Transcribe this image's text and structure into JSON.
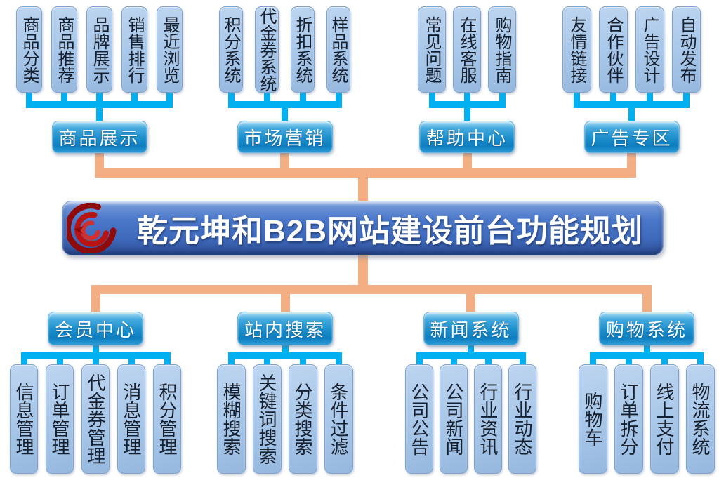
{
  "title": {
    "text": "乾元坤和B2B网站建设前台功能规划",
    "logo_icon": "dragon-spiral-logo"
  },
  "colors": {
    "banner_blue": "#4472c4",
    "category_blue": "#1b8ecb",
    "leaf_blue": "#a7c6e8",
    "child_connector_cyan": "#00b0f0",
    "trunk_connector_orange": "#f3ae83",
    "logo_red": "#b81414",
    "leaf_text": "#16202e",
    "banner_text": "#ffffff"
  },
  "top_groups": [
    {
      "label": "商品展示",
      "children": [
        "商品分类",
        "商品推荐",
        "品牌展示",
        "销售排行",
        "最近浏览"
      ]
    },
    {
      "label": "市场营销",
      "children": [
        "积分系统",
        "代金券系统",
        "折扣系统",
        "样品系统"
      ]
    },
    {
      "label": "帮助中心",
      "children": [
        "常见问题",
        "在线客服",
        "购物指南"
      ]
    },
    {
      "label": "广告专区",
      "children": [
        "友情链接",
        "合作伙伴",
        "广告设计",
        "自动发布"
      ]
    }
  ],
  "bottom_groups": [
    {
      "label": "会员中心",
      "children": [
        "信息管理",
        "订单管理",
        "代金券管理",
        "消息管理",
        "积分管理"
      ]
    },
    {
      "label": "站内搜索",
      "children": [
        "模糊搜索",
        "关键词搜索",
        "分类搜索",
        "条件过滤"
      ]
    },
    {
      "label": "新闻系统",
      "children": [
        "公司公告",
        "公司新闻",
        "行业资讯",
        "行业动态"
      ]
    },
    {
      "label": "购物系统",
      "children": [
        "购物车",
        "订单拆分",
        "线上支付",
        "物流系统"
      ]
    }
  ]
}
